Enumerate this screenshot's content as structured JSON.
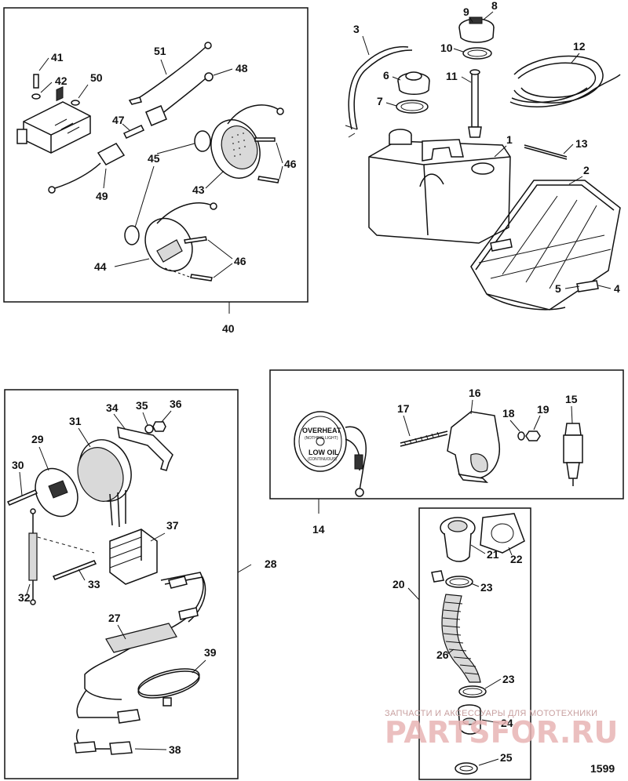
{
  "labels": {
    "p1": "1",
    "p2": "2",
    "p3": "3",
    "p4": "4",
    "p5": "5",
    "p6": "6",
    "p7": "7",
    "p8": "8",
    "p9": "9",
    "p10": "10",
    "p11": "11",
    "p12": "12",
    "p13": "13",
    "p14": "14",
    "p15": "15",
    "p16": "16",
    "p17": "17",
    "p18": "18",
    "p19": "19",
    "p20": "20",
    "p21": "21",
    "p22": "22",
    "p23a": "23",
    "p23b": "23",
    "p24": "24",
    "p25": "25",
    "p26": "26",
    "p27": "27",
    "p28": "28",
    "p29": "29",
    "p30": "30",
    "p31": "31",
    "p32": "32",
    "p33": "33",
    "p34": "34",
    "p35": "35",
    "p36": "36",
    "p37": "37",
    "p38": "38",
    "p39": "39",
    "p40": "40",
    "p41": "41",
    "p42": "42",
    "p43": "43",
    "p44": "44",
    "p45": "45",
    "p46a": "46",
    "p46b": "46",
    "p47": "47",
    "p48": "48",
    "p49": "49",
    "p50": "50",
    "p51": "51"
  },
  "gauge": {
    "top": "OVERHEAT",
    "bottom": "LOW OIL",
    "small_top": "(NOTHING LIGHT)",
    "small_bottom": "(CONTINUOUS)"
  },
  "watermark": {
    "line1": "ЗАПЧАСТИ И АКСЕССУАРЫ ДЛЯ МОТОТЕХНИКИ",
    "line2": "PARTSFOR.RU"
  },
  "figure_number": "1599",
  "colors": {
    "line": "#111111",
    "watermark": "#e8b4b4"
  }
}
